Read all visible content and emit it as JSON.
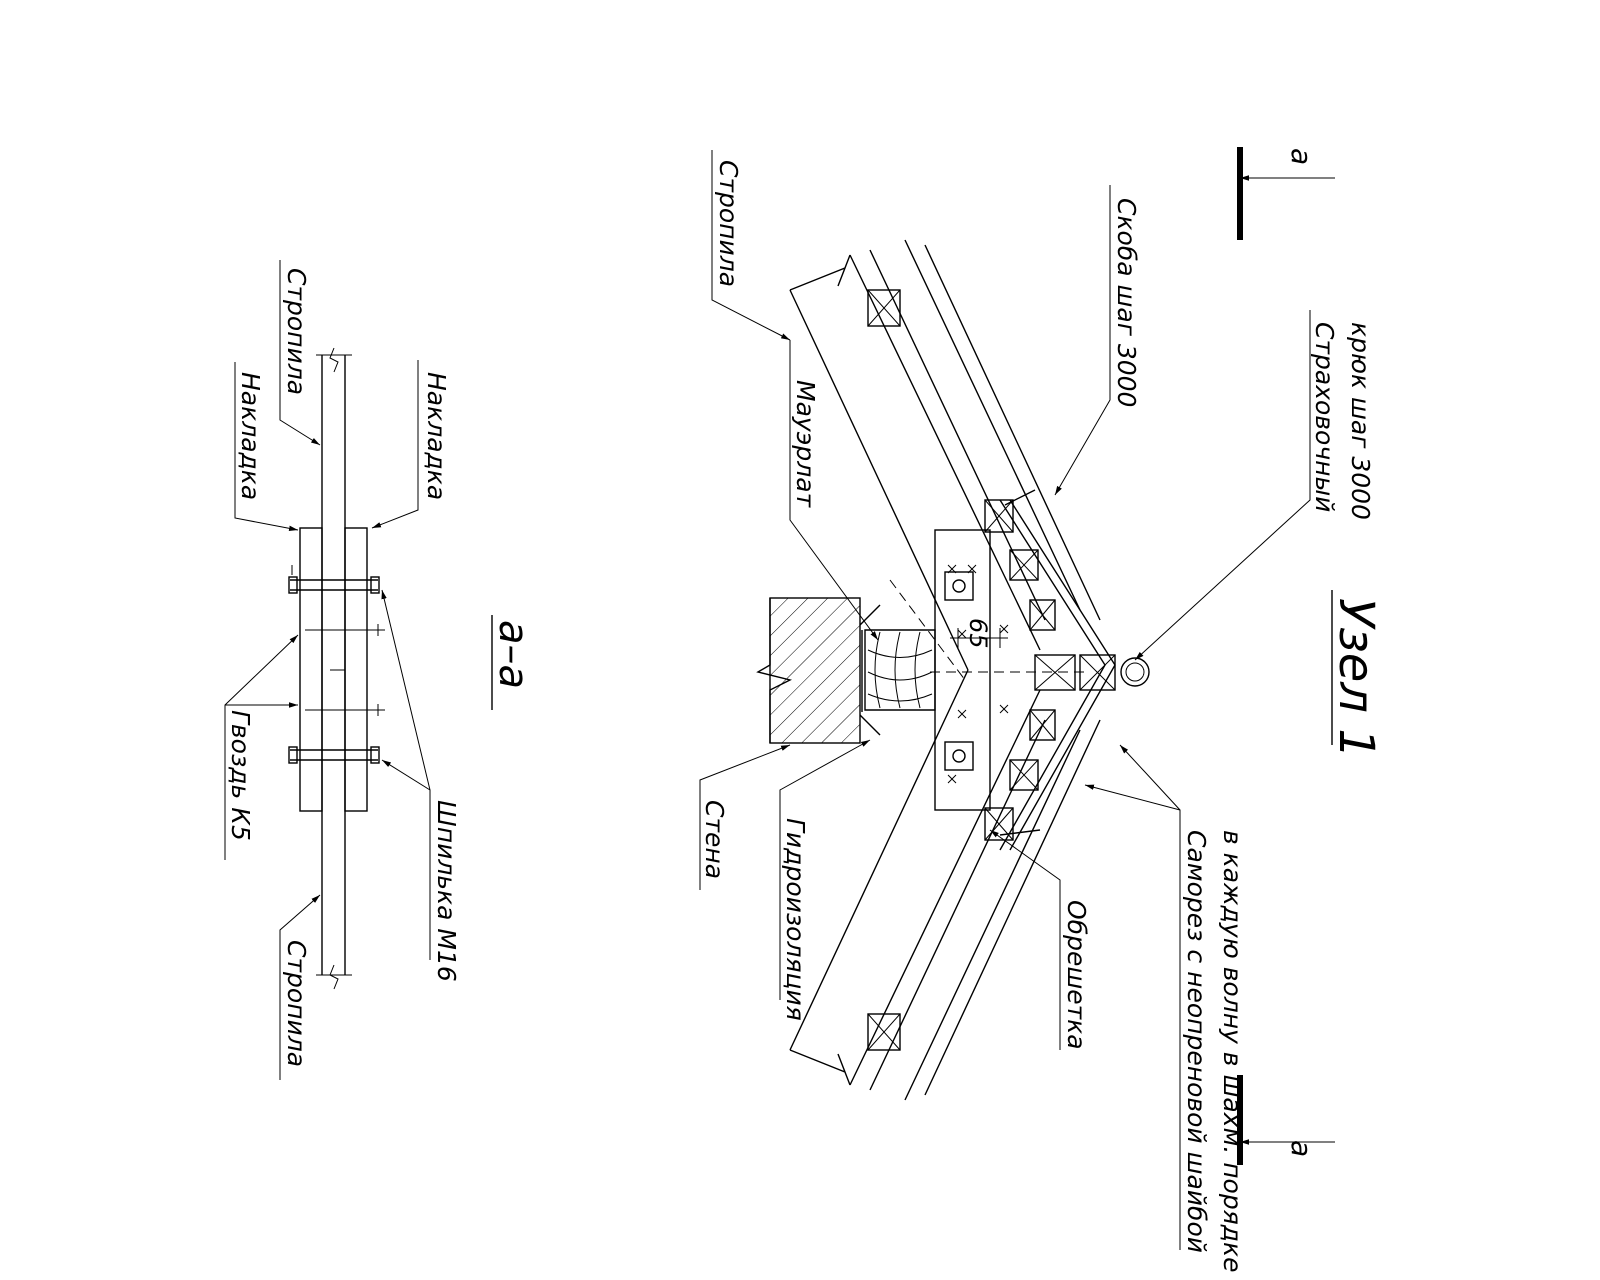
{
  "node_title": "Узел 1",
  "section_title": "а–а",
  "cut_label_top": "а",
  "cut_label_bottom": "а",
  "dimension": "65",
  "node_labels": {
    "safety_hook": "Страховочный крюк шаг 3000",
    "bracket": "Скоба шаг 3000",
    "rafter": "Стропила",
    "mauerlat": "Мауэрлат",
    "wall": "Стена",
    "waterproofing": "Гидроизоляция",
    "lathing": "Обрешетка",
    "screw": "Саморез с неопреновой шайбой в каждую волну в шахм. порядке"
  },
  "section_labels": {
    "rafter_top": "Стропила",
    "rafter_bottom": "Стропила",
    "plate_left": "Накладка",
    "plate_right": "Накладка",
    "nail": "Гвоздь К5",
    "stud": "Шпилька М16"
  }
}
